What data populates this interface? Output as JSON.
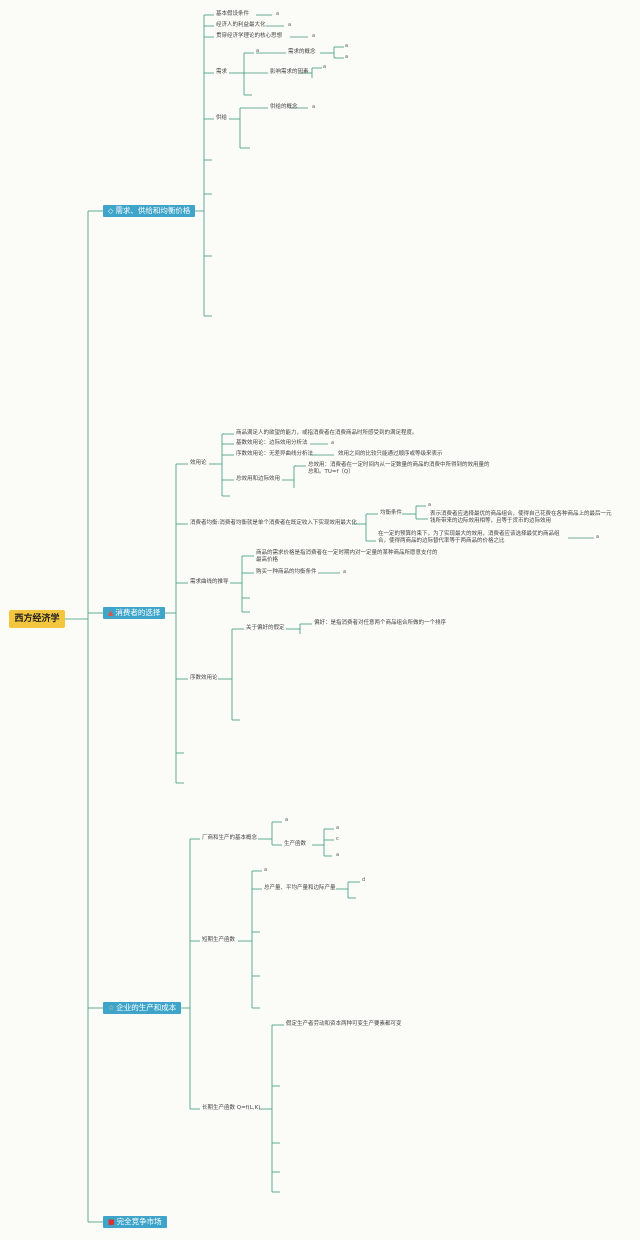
{
  "root": "西方经济学",
  "branches": {
    "b1": {
      "label": "需求、供给和均衡价格",
      "icon": "◇"
    },
    "b2": {
      "label": "消费者的选择",
      "icon": "▲"
    },
    "b3": {
      "label": "企业的生产和成本",
      "icon": "☆"
    },
    "b4": {
      "label": "完全竞争市场",
      "icon": "■"
    }
  },
  "n1": {
    "a": "基本假设条件",
    "b": "经济人的利益最大化",
    "c": "贯穿经济学理论的核心思想",
    "d": "需求",
    "d1": "需求的概念",
    "d2": "影响需求的因素",
    "e": "供给",
    "e1": "供给的概念"
  },
  "n2": {
    "a": "效用论",
    "a1": "商品满足人的欲望的能力，或指消费者在消费商品时所感受到的满足程度。",
    "a2": "基数效用论：边际效用分析法",
    "a3": "序数效用论：无差异曲线分析法",
    "a3x": "效用之间的比较只能通过顺序或等级来表示",
    "a4": "总效用和边际效用",
    "a4x": "总效用：消费者在一定时间内从一定数量的商品的消费中所得到的效用量的总和。TU=f（Q）",
    "b": "消费者均衡:消费者均衡就是单个消费者在既定收入下实现效用最大化",
    "b1": "均衡条件",
    "b1x": "表示消费者应选择最优的商品组合，使得自己花费在各种商品上的最后一元钱所带来的边际效用相等，且等于货币的边际效用",
    "b2": "在一定的预算约束下，为了实现最大的效用，消费者应该选择最优的商品组合，使得两商品的边际替代率等于两商品的价格之比",
    "c": "需求曲线的推导",
    "c1": "商品的需求价格是指消费者在一定时期内对一定量的某种商品所愿意支付的最高价格",
    "c2": "购买一种商品的均衡条件",
    "d": "序数效用论",
    "d1": "关于偏好的假定",
    "d1x": "偏好：是指消费者对任意两个商品组合所做的一个排序"
  },
  "n3": {
    "a": "厂商和生产的基本概念",
    "a1": "生产函数",
    "b": "短期生产函数",
    "b1": "总产量、平均产量和边际产量",
    "c": "长期生产函数 Q=f(L,K)",
    "c1": "假定生产者劳动和资本两种可变生产要素都可变"
  },
  "marks": {
    "a": "a",
    "c": "c",
    "d": "d"
  }
}
